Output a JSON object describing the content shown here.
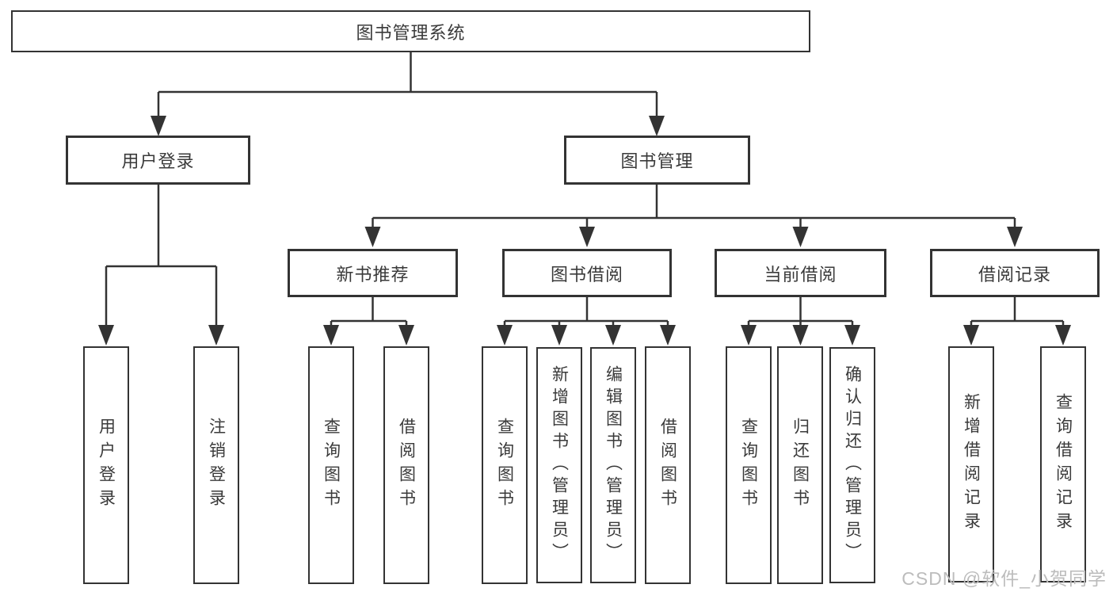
{
  "tree": {
    "label": "图书管理系统",
    "children": [
      {
        "label": "用户登录",
        "children": [
          {
            "label": "用户登录"
          },
          {
            "label": "注销登录"
          }
        ]
      },
      {
        "label": "图书管理",
        "children": [
          {
            "label": "新书推荐",
            "children": [
              {
                "label": "查询图书"
              },
              {
                "label": "借阅图书"
              }
            ]
          },
          {
            "label": "图书借阅",
            "children": [
              {
                "label": "查询图书"
              },
              {
                "label": "新增图书（管理员）"
              },
              {
                "label": "编辑图书（管理员）"
              },
              {
                "label": "借阅图书"
              }
            ]
          },
          {
            "label": "当前借阅",
            "children": [
              {
                "label": "查询图书"
              },
              {
                "label": "归还图书"
              },
              {
                "label": "确认归还（管理员）"
              }
            ]
          },
          {
            "label": "借阅记录",
            "children": [
              {
                "label": "新增借阅记录"
              },
              {
                "label": "查询借阅记录"
              }
            ]
          }
        ]
      }
    ]
  },
  "watermark": {
    "text": "CSDN @软件_小贺同学"
  },
  "colors": {
    "line": "#333333",
    "box_border": "#333333",
    "box_fill": "#ffffff",
    "text": "#3a3a3a",
    "watermark": "#bcbcbc"
  }
}
